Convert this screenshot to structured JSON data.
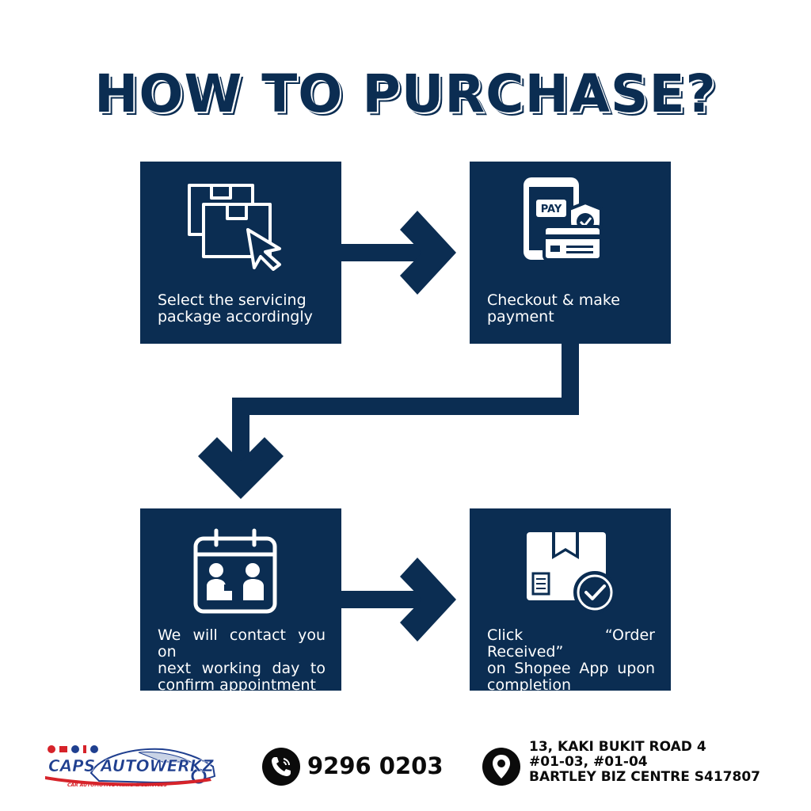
{
  "title": "HOW TO PURCHASE?",
  "steps": [
    {
      "line1": "Select the servicing",
      "line2": "package accordingly",
      "icon": "box-cursor-icon"
    },
    {
      "line1": "Checkout & make",
      "line2": "payment",
      "icon": "phone-payment-icon",
      "icon_text": "PAY"
    },
    {
      "line1": "We will contact you on",
      "line2": "next working day to",
      "line3": "confirm appointment",
      "icon": "calendar-meeting-icon"
    },
    {
      "line1": "Click “Order Received”",
      "line2": "on Shopee App upon",
      "line3": "completion",
      "icon": "package-check-icon"
    }
  ],
  "footer": {
    "logo_text": "CAPS AUTOWERKZ",
    "logo_tagline": "CAR AUTOMOTIVE PARTS & SERVICES",
    "phone": "9296 0203",
    "address_line1": "13, KAKI BUKIT ROAD 4",
    "address_line2": "#01-03, #01-04",
    "address_line3": "BARTLEY BIZ CENTRE S417807"
  },
  "colors": {
    "navy": "#0b2d52",
    "white": "#ffffff",
    "logo_red": "#d6232a",
    "logo_blue": "#1f3f8f"
  }
}
